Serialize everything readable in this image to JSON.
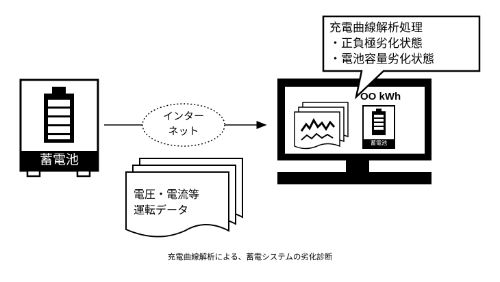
{
  "battery": {
    "label": "蓄電池"
  },
  "network": {
    "line1": "インター",
    "line2": "ネット"
  },
  "documents": {
    "line1": "電圧・電流等",
    "line2": "運転データ"
  },
  "callout": {
    "title": "充電曲線解析処理",
    "items": [
      "・正負極劣化状態",
      "・電池容量劣化状態"
    ]
  },
  "monitor": {
    "capacity_label": "OO kWh",
    "battery_label": "蓄電池"
  },
  "caption": "充電曲線解析による、蓄電システムの劣化診断",
  "colors": {
    "ink": "#000000",
    "paper": "#ffffff"
  }
}
